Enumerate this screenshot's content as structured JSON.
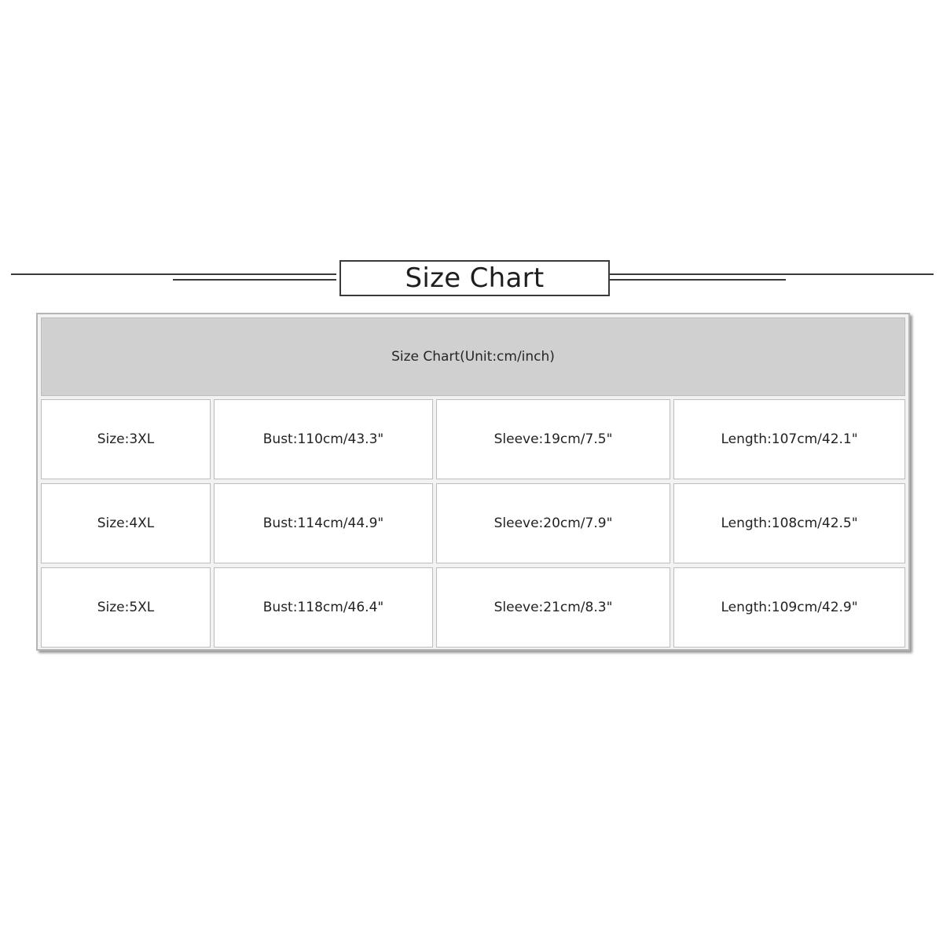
{
  "heading": {
    "title": "Size Chart"
  },
  "table": {
    "header": "Size Chart(Unit:cm/inch)",
    "rows": [
      [
        "Size:3XL",
        "Bust:110cm/43.3\"",
        "Sleeve:19cm/7.5\"",
        "Length:107cm/42.1\""
      ],
      [
        "Size:4XL",
        "Bust:114cm/44.9\"",
        "Sleeve:20cm/7.9\"",
        "Length:108cm/42.5\""
      ],
      [
        "Size:5XL",
        "Bust:118cm/46.4\"",
        "Sleeve:21cm/8.3\"",
        "Length:109cm/42.9\""
      ]
    ]
  },
  "colors": {
    "background": "#ffffff",
    "header_fill": "#d0d0d0",
    "border": "#bdbdbd",
    "line": "#3a3a3a"
  }
}
